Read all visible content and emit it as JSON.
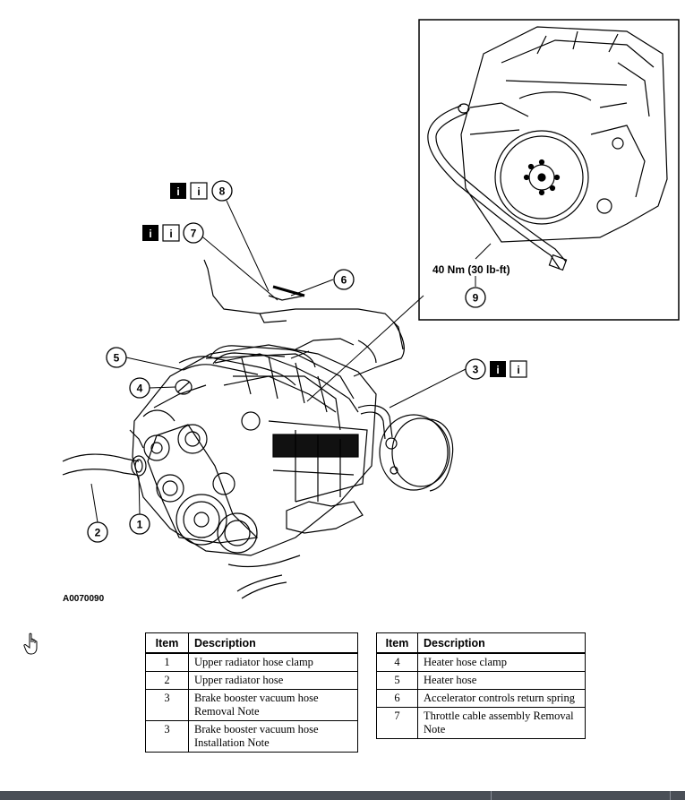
{
  "figure": {
    "id_label": "A0070090",
    "torque_label": "40 Nm (30 lb-ft)",
    "callouts": [
      "1",
      "2",
      "3",
      "4",
      "5",
      "6",
      "7",
      "8",
      "9"
    ],
    "info_glyph": "i"
  },
  "table_left": {
    "headers": [
      "Item",
      "Description"
    ],
    "rows": [
      {
        "item": "1",
        "description": "Upper radiator hose clamp"
      },
      {
        "item": "2",
        "description": "Upper radiator hose"
      },
      {
        "item": "3",
        "description": "Brake booster vacuum hose Removal Note"
      },
      {
        "item": "3",
        "description": "Brake booster vacuum hose Installation Note"
      }
    ]
  },
  "table_right": {
    "headers": [
      "Item",
      "Description"
    ],
    "rows": [
      {
        "item": "4",
        "description": "Heater hose clamp"
      },
      {
        "item": "5",
        "description": "Heater hose"
      },
      {
        "item": "6",
        "description": "Accelerator controls return spring"
      },
      {
        "item": "7",
        "description": "Throttle cable assembly Removal Note"
      }
    ]
  },
  "icons": {
    "cursor": "hand-pointer-icon",
    "info": "info-icon"
  },
  "colors": {
    "bottom_bar": "#4a4f57"
  }
}
